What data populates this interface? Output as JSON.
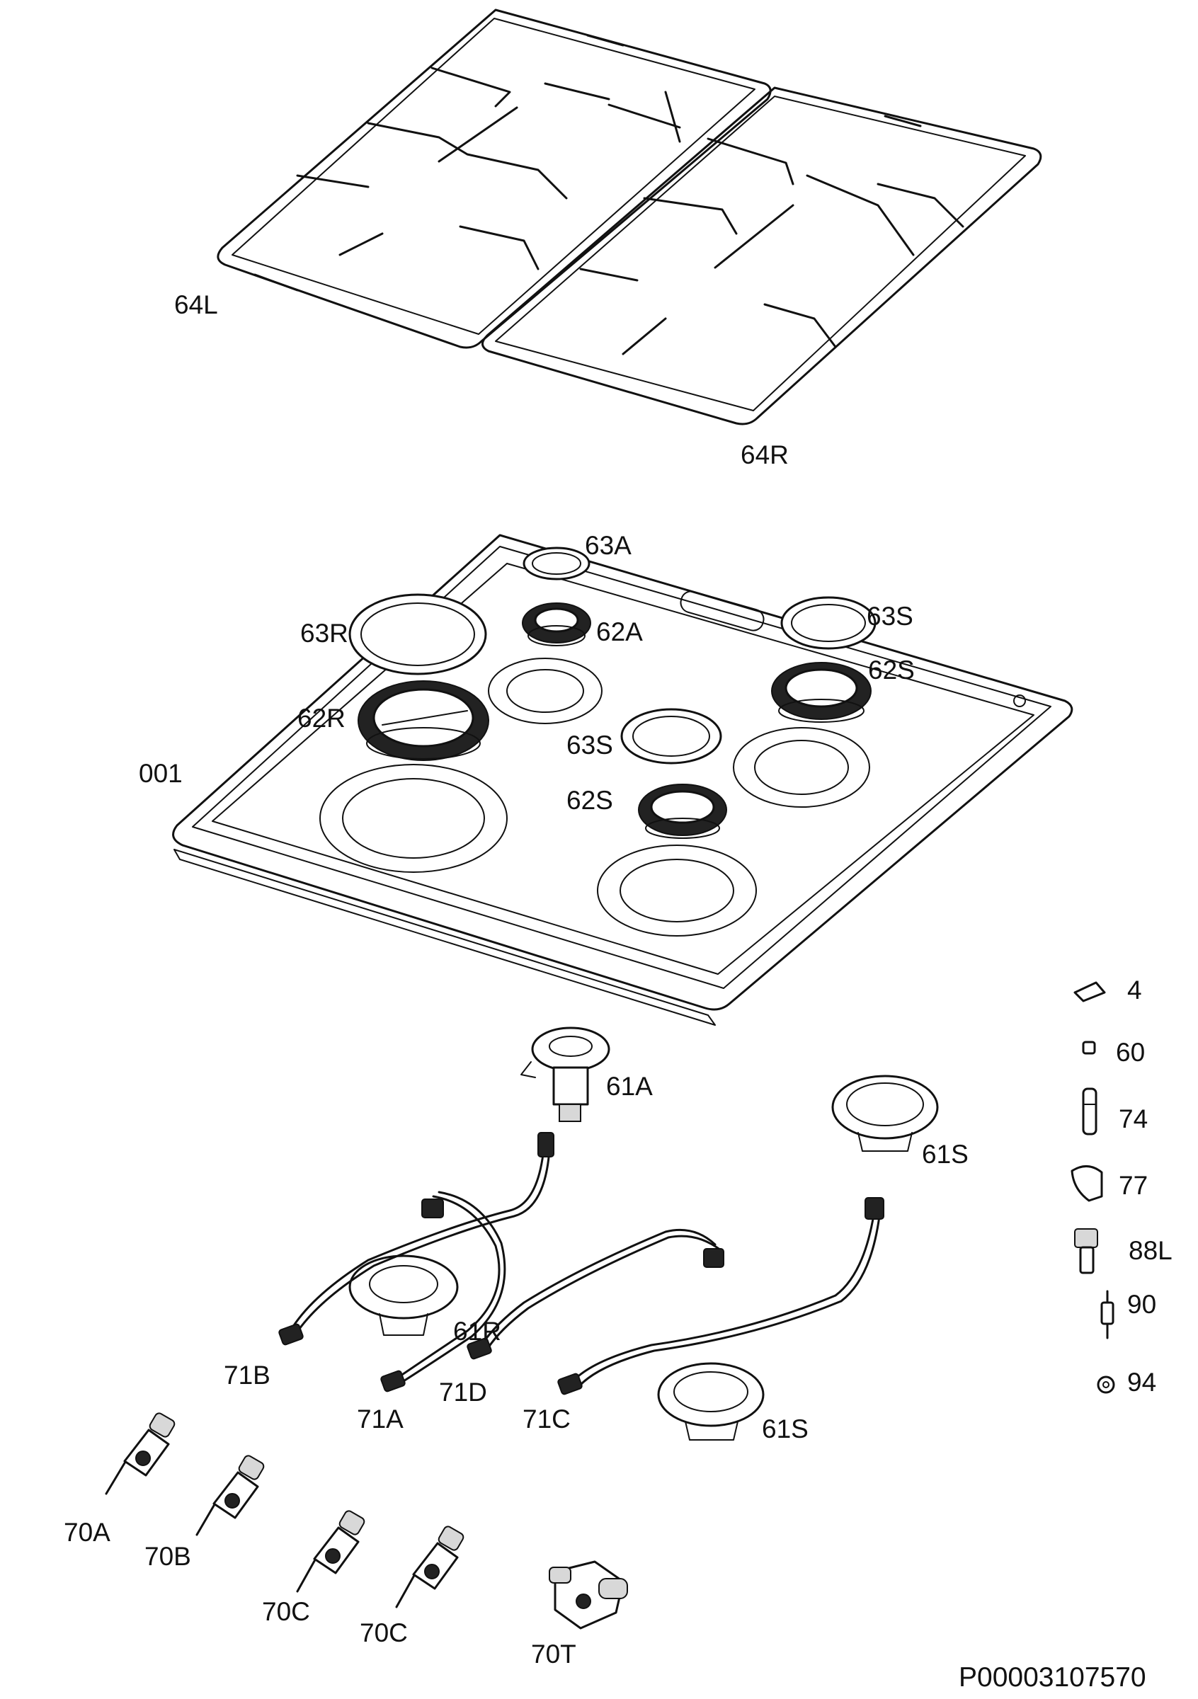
{
  "labels": {
    "grate_left": "64L",
    "grate_right": "64R",
    "cap_63a": "63A",
    "ring_63r": "63R",
    "crown_62a": "62A",
    "ring_63s_top": "63S",
    "crown_62s_top": "62S",
    "crown_62r": "62R",
    "ring_63s_mid": "63S",
    "crown_62s_mid": "62S",
    "hob_001": "001",
    "part_4": "4",
    "part_60": "60",
    "part_74": "74",
    "part_77": "77",
    "part_88l": "88L",
    "part_90": "90",
    "part_94": "94",
    "burner_61a": "61A",
    "burner_61s_top": "61S",
    "burner_61r": "61R",
    "burner_61s_bottom": "61S",
    "pipe_71b": "71B",
    "pipe_71a": "71A",
    "pipe_71d": "71D",
    "pipe_71c": "71C",
    "valve_70a": "70A",
    "valve_70b": "70B",
    "valve_70c_1": "70C",
    "valve_70c_2": "70C",
    "valve_70t": "70T"
  },
  "drawing_code": "P00003107570"
}
